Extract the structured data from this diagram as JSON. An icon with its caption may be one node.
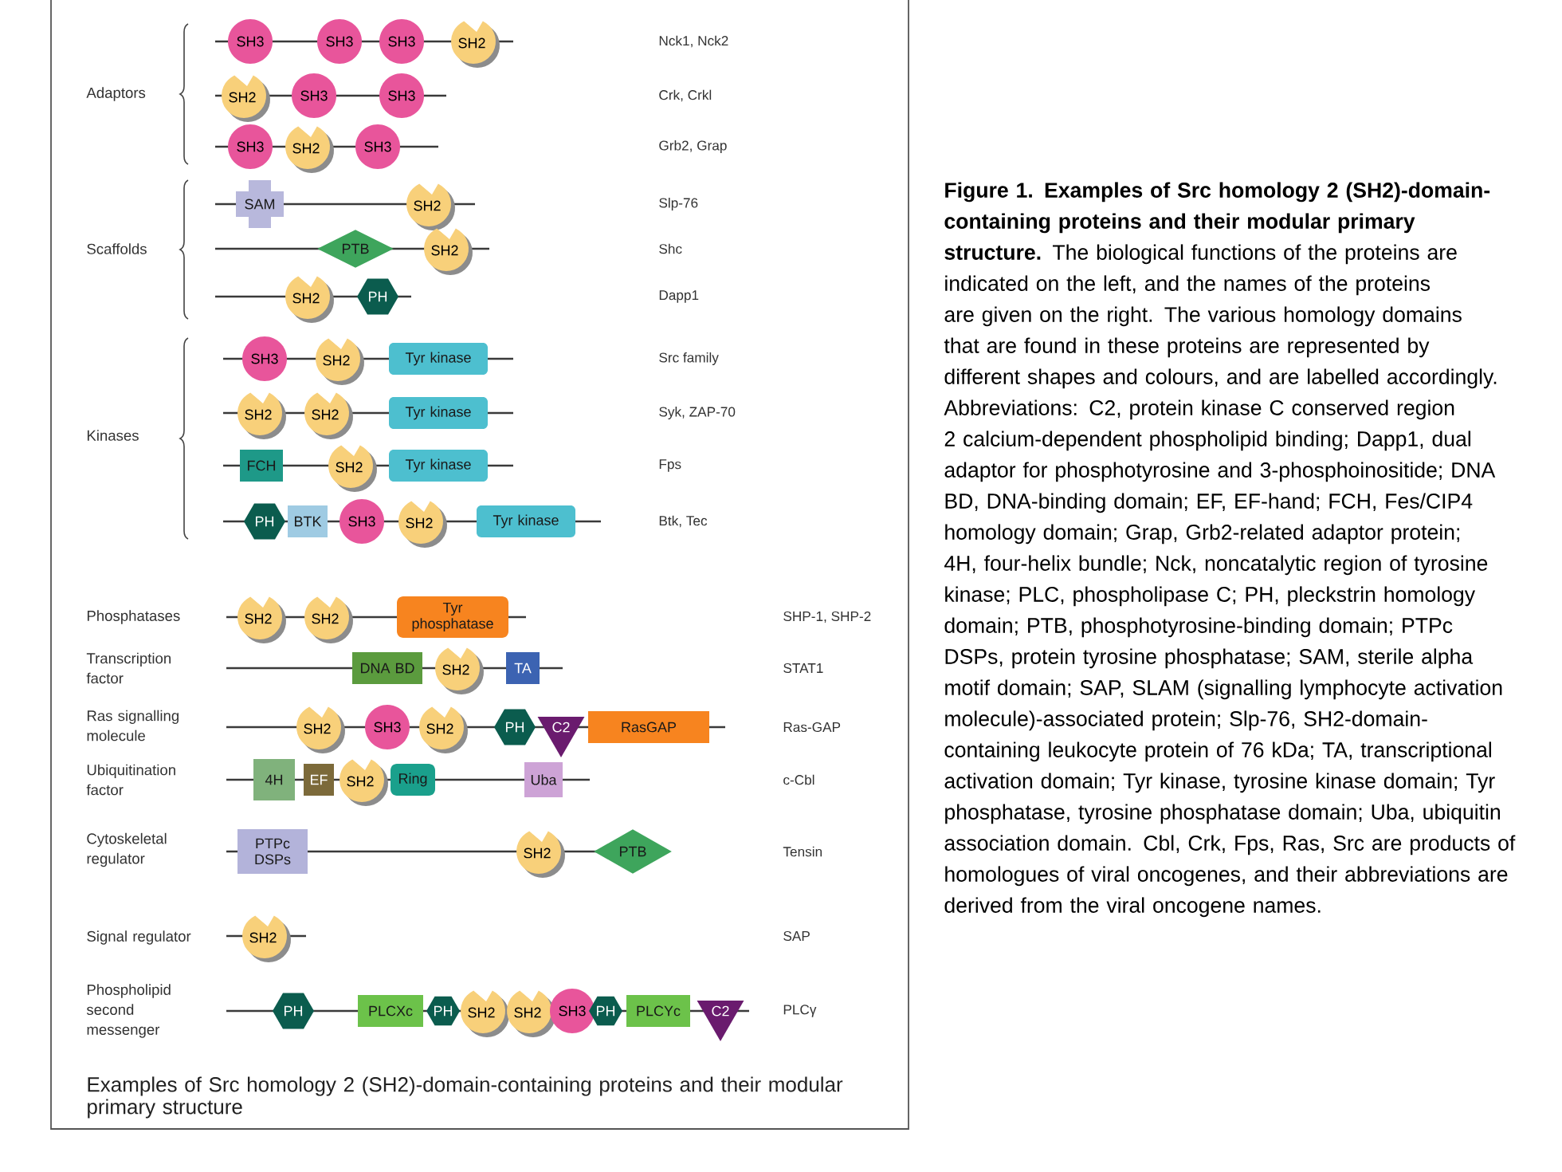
{
  "diagram": {
    "title": "Examples of Src homology 2 (SH2)-domain-containing proteins and their modular primary structure",
    "caption": "**Figure 1. Examples of Src homology 2 (SH2)-domain-containing proteins and their modular primary structure.** The biological functions of the proteins are indicated on the left, and the names of the proteins are given on the right. The various homology domains that are found in these proteins are represented by different shapes and colours, and are labelled accordingly. Abbreviations: C2, protein kinase C conserved region 2 calcium-dependent phospholipid binding; Dapp1, dual adaptor for phosphotyrosine and 3-phosphoinositide; DNA BD, DNA-binding domain; EF, EF-hand; FCH, Fes/CIP4 homology domain; Grap, Grb2-related adaptor protein; 4H, four-helix bundle; Nck, noncatalytic region of tyrosine kinase; PLC, phospholipase C; PH, pleckstrin homology domain; PTB, phosphotyrosine-binding domain; PTPc DSPs, protein tyrosine phosphatase; SAM, sterile alpha motif domain; SAP, SLAM (signalling lymphocyte activation molecule)-associated protein; Slp-76, SH2-domain-containing leukocyte protein of 76 kDa; TA, transcriptional activation domain; Tyr kinase, tyrosine kinase domain; Tyr phosphatase, tyrosine phosphatase domain; Uba, ubiquitin association domain. Cbl, Crk, Fps, Ras, Src are products of homologues of viral oncogenes, and their abbreviations are derived from the viral oncogene names.",
    "nodes": [
      {
        "text": [
          "SH3"
        ]
      },
      {
        "text": [
          "SH3"
        ]
      },
      {
        "text": [
          "SH3"
        ]
      },
      {
        "text": [
          "SH2"
        ]
      },
      {
        "text": [
          "SH2"
        ]
      },
      {
        "text": [
          "SH3"
        ]
      },
      {
        "text": [
          "SH3"
        ]
      },
      {
        "text": [
          "SH3"
        ]
      },
      {
        "text": [
          "SH2"
        ]
      },
      {
        "text": [
          "SH3"
        ]
      },
      {
        "text": [
          "SAM"
        ]
      },
      {
        "text": [
          "SH2"
        ]
      },
      {
        "text": [
          "PTB"
        ]
      },
      {
        "text": [
          "SH2"
        ]
      },
      {
        "text": [
          "SH2"
        ]
      },
      {
        "text": [
          "PH"
        ]
      },
      {
        "text": [
          "SH3"
        ]
      },
      {
        "text": [
          "SH2"
        ]
      },
      {
        "text": [
          "Tyr kinase"
        ]
      },
      {
        "text": [
          "SH2"
        ]
      },
      {
        "text": [
          "SH2"
        ]
      },
      {
        "text": [
          "Tyr kinase"
        ]
      },
      {
        "text": [
          "FCH"
        ]
      },
      {
        "text": [
          "SH2"
        ]
      },
      {
        "text": [
          "Tyr kinase"
        ]
      },
      {
        "text": [
          "PH"
        ]
      },
      {
        "text": [
          "BTK"
        ]
      },
      {
        "text": [
          "SH3"
        ]
      },
      {
        "text": [
          "SH2"
        ]
      },
      {
        "text": [
          "Tyr kinase"
        ]
      },
      {
        "text": [
          "SH2"
        ]
      },
      {
        "text": [
          "SH2"
        ]
      },
      {
        "text": [
          "Tyr phosphatase"
        ]
      },
      {
        "text": [
          "DNA BD"
        ]
      },
      {
        "text": [
          "SH2"
        ]
      },
      {
        "text": [
          "TA"
        ]
      },
      {
        "text": [
          "SH2"
        ]
      },
      {
        "text": [
          "SH3"
        ]
      },
      {
        "text": [
          "SH2"
        ]
      },
      {
        "text": [
          "PH"
        ]
      },
      {
        "text": [
          "C2"
        ]
      },
      {
        "text": [
          "RasGAP"
        ]
      },
      {
        "text": [
          "4H"
        ]
      },
      {
        "text": [
          "EF"
        ]
      },
      {
        "text": [
          "SH2"
        ]
      },
      {
        "text": [
          "Ring"
        ]
      },
      {
        "text": [
          "Uba"
        ]
      },
      {
        "text": [
          "PTPc DSPs"
        ]
      },
      {
        "text": [
          "SH2"
        ]
      },
      {
        "text": [
          "PTB"
        ]
      },
      {
        "text": [
          "SH2"
        ]
      },
      {
        "text": [
          "PH"
        ]
      },
      {
        "text": [
          "PLCXc"
        ]
      },
      {
        "text": [
          "PH"
        ]
      },
      {
        "text": [
          "SH2"
        ]
      },
      {
        "text": [
          "SH2"
        ]
      },
      {
        "text": [
          "SH3"
        ]
      },
      {
        "text": [
          "PH"
        ]
      },
      {
        "text": [
          "PLCYc"
        ]
      },
      {
        "text": [
          "C2"
        ]
      }
    ],
    "labels": [
      "Nck1, Nck2",
      "Adaptors",
      "Crk, Crkl",
      "Grb2, Grap",
      "Slp-76",
      "Scaffolds",
      "Shc",
      "Dapp1",
      "Src family",
      "Syk, ZAP-70",
      "Kinases",
      "Fps",
      "Btk, Tec",
      "Phosphatases",
      "SHP-1, SHP-2",
      "Transcription factor",
      "STAT1",
      "Ras signalling molecule",
      "Ras-GAP",
      "Ubiquitination factor",
      "c-Cbl",
      "Cytoskeletal regulator",
      "Tensin",
      "Signal regulator",
      "SAP",
      "Phospholipid second messenger",
      "PLCγ"
    ]
  }
}
